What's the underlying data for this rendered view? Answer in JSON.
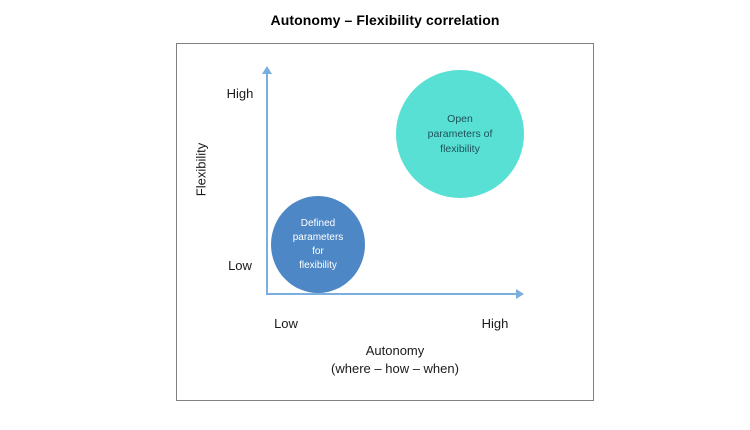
{
  "colors": {
    "bubble_blue": "#4e87c6",
    "bubble_blue_text": "#ffffff",
    "bubble_teal": "#58e0d5",
    "bubble_teal_text": "#1f515a",
    "axis": "#7aaede",
    "box_border": "#808080",
    "text_dark": "#1a1a1a"
  },
  "chart_data": {
    "type": "scatter",
    "title": "Autonomy – Flexibility correlation",
    "xlabel": "Autonomy (where – how – when)",
    "xlabel_lines": [
      "Autonomy",
      "(where – how – when)"
    ],
    "ylabel": "Flexibility",
    "x_ticks": [
      "Low",
      "High"
    ],
    "y_ticks": [
      "Low",
      "High"
    ],
    "grid": false,
    "legend": "none",
    "series": [
      {
        "name": "Defined parameters for flexibility",
        "x": "Low",
        "y": "Low",
        "bubble_size": "small",
        "color": "#4e87c6",
        "label_lines": [
          "Defined",
          "parameters",
          "for",
          "flexibility"
        ]
      },
      {
        "name": "Open parameters of flexibility",
        "x": "High",
        "y": "High",
        "bubble_size": "large",
        "color": "#58e0d5",
        "label_lines": [
          "Open",
          "parameters of",
          "flexibility"
        ]
      }
    ]
  }
}
